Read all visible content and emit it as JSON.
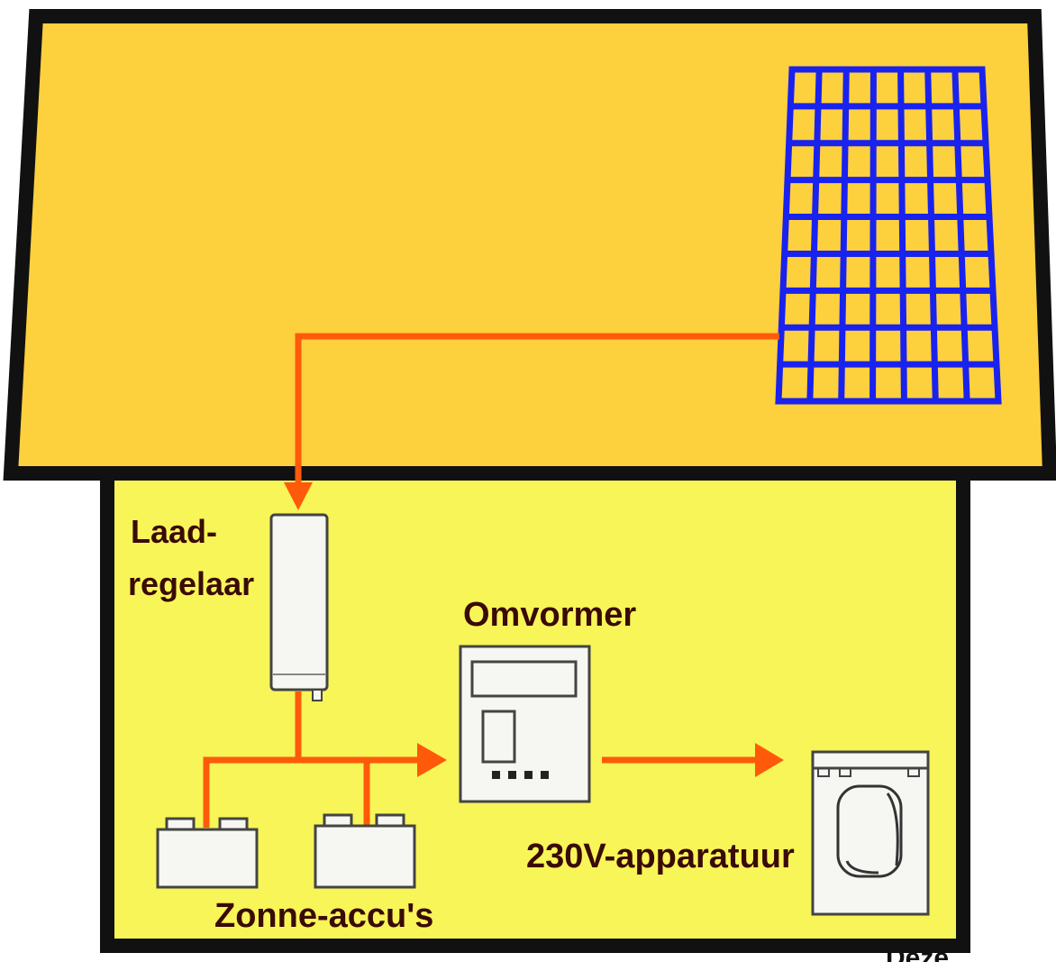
{
  "labels": {
    "charge_controller_line1": "Laad-",
    "charge_controller_line2": "regelaar",
    "inverter": "Omvormer",
    "batteries": "Zonne-accu's",
    "appliances": "230V-apparatuur",
    "cropped_caption": "Deze"
  },
  "colors": {
    "roof": "#fdd03e",
    "house_body": "#f7f558",
    "outline": "#111111",
    "solar_panel": "#1a22ee",
    "wire": "#ff5a0a",
    "device": "#f6f6f2",
    "text": "#3a0a06"
  },
  "solar_panel": {
    "columns": 7,
    "rows": 9
  }
}
